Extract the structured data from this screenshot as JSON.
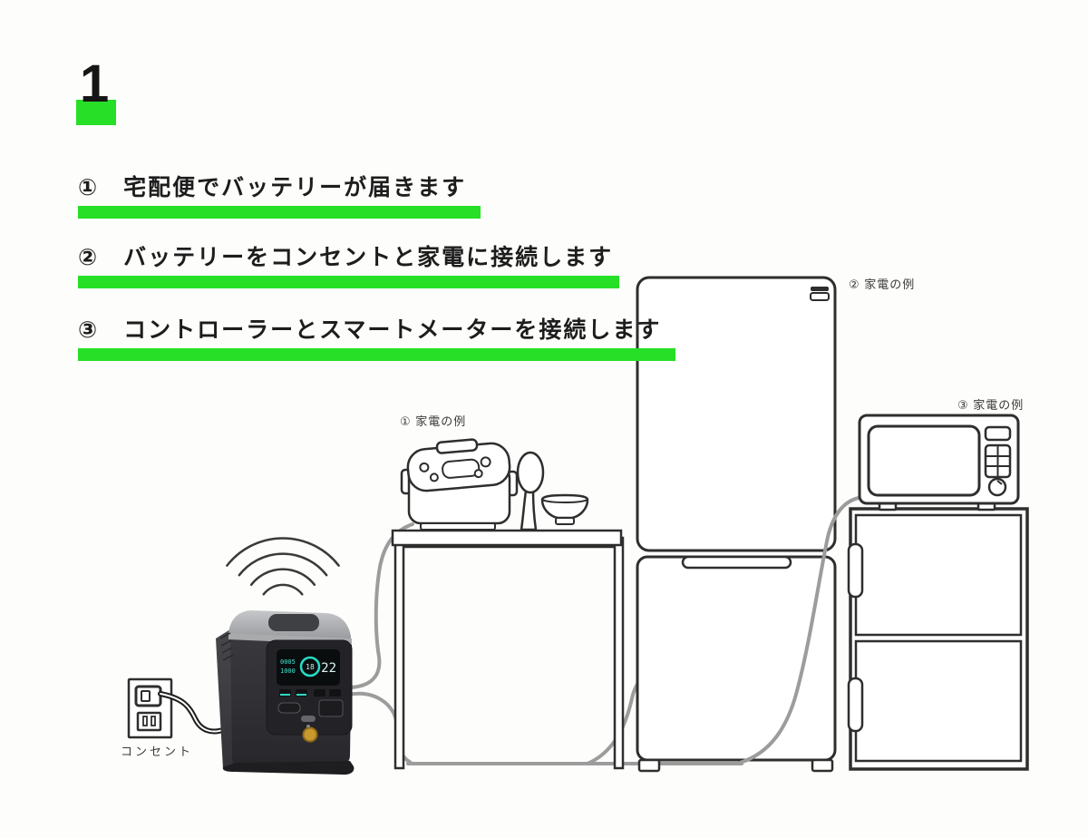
{
  "slide": {
    "number": "1"
  },
  "steps": [
    {
      "text": "①　宅配便でバッテリーが届きます"
    },
    {
      "text": "②　バッテリーをコンセントと家電に接続します"
    },
    {
      "text": "③　コントローラーとスマートメーターを接続します"
    }
  ],
  "captions": {
    "appliance_example_1": "① 家電の例",
    "appliance_example_2": "② 家電の例",
    "appliance_example_3": "③ 家電の例",
    "outlet": "コンセント"
  },
  "battery_display": {
    "left_top": "0005",
    "left_bottom": "1000",
    "ring_value": "18",
    "right_value": "22"
  },
  "colors": {
    "highlight_green": "#26df26",
    "line_art": "#2e2e2e",
    "cable_gray": "#9c9c9c",
    "display_teal": "#2fd8c4",
    "battery_button_yellow": "#c9992e"
  },
  "icons": [
    "wifi-signal-icon",
    "fridge-handle-icon",
    "outlet-plug-icon"
  ]
}
